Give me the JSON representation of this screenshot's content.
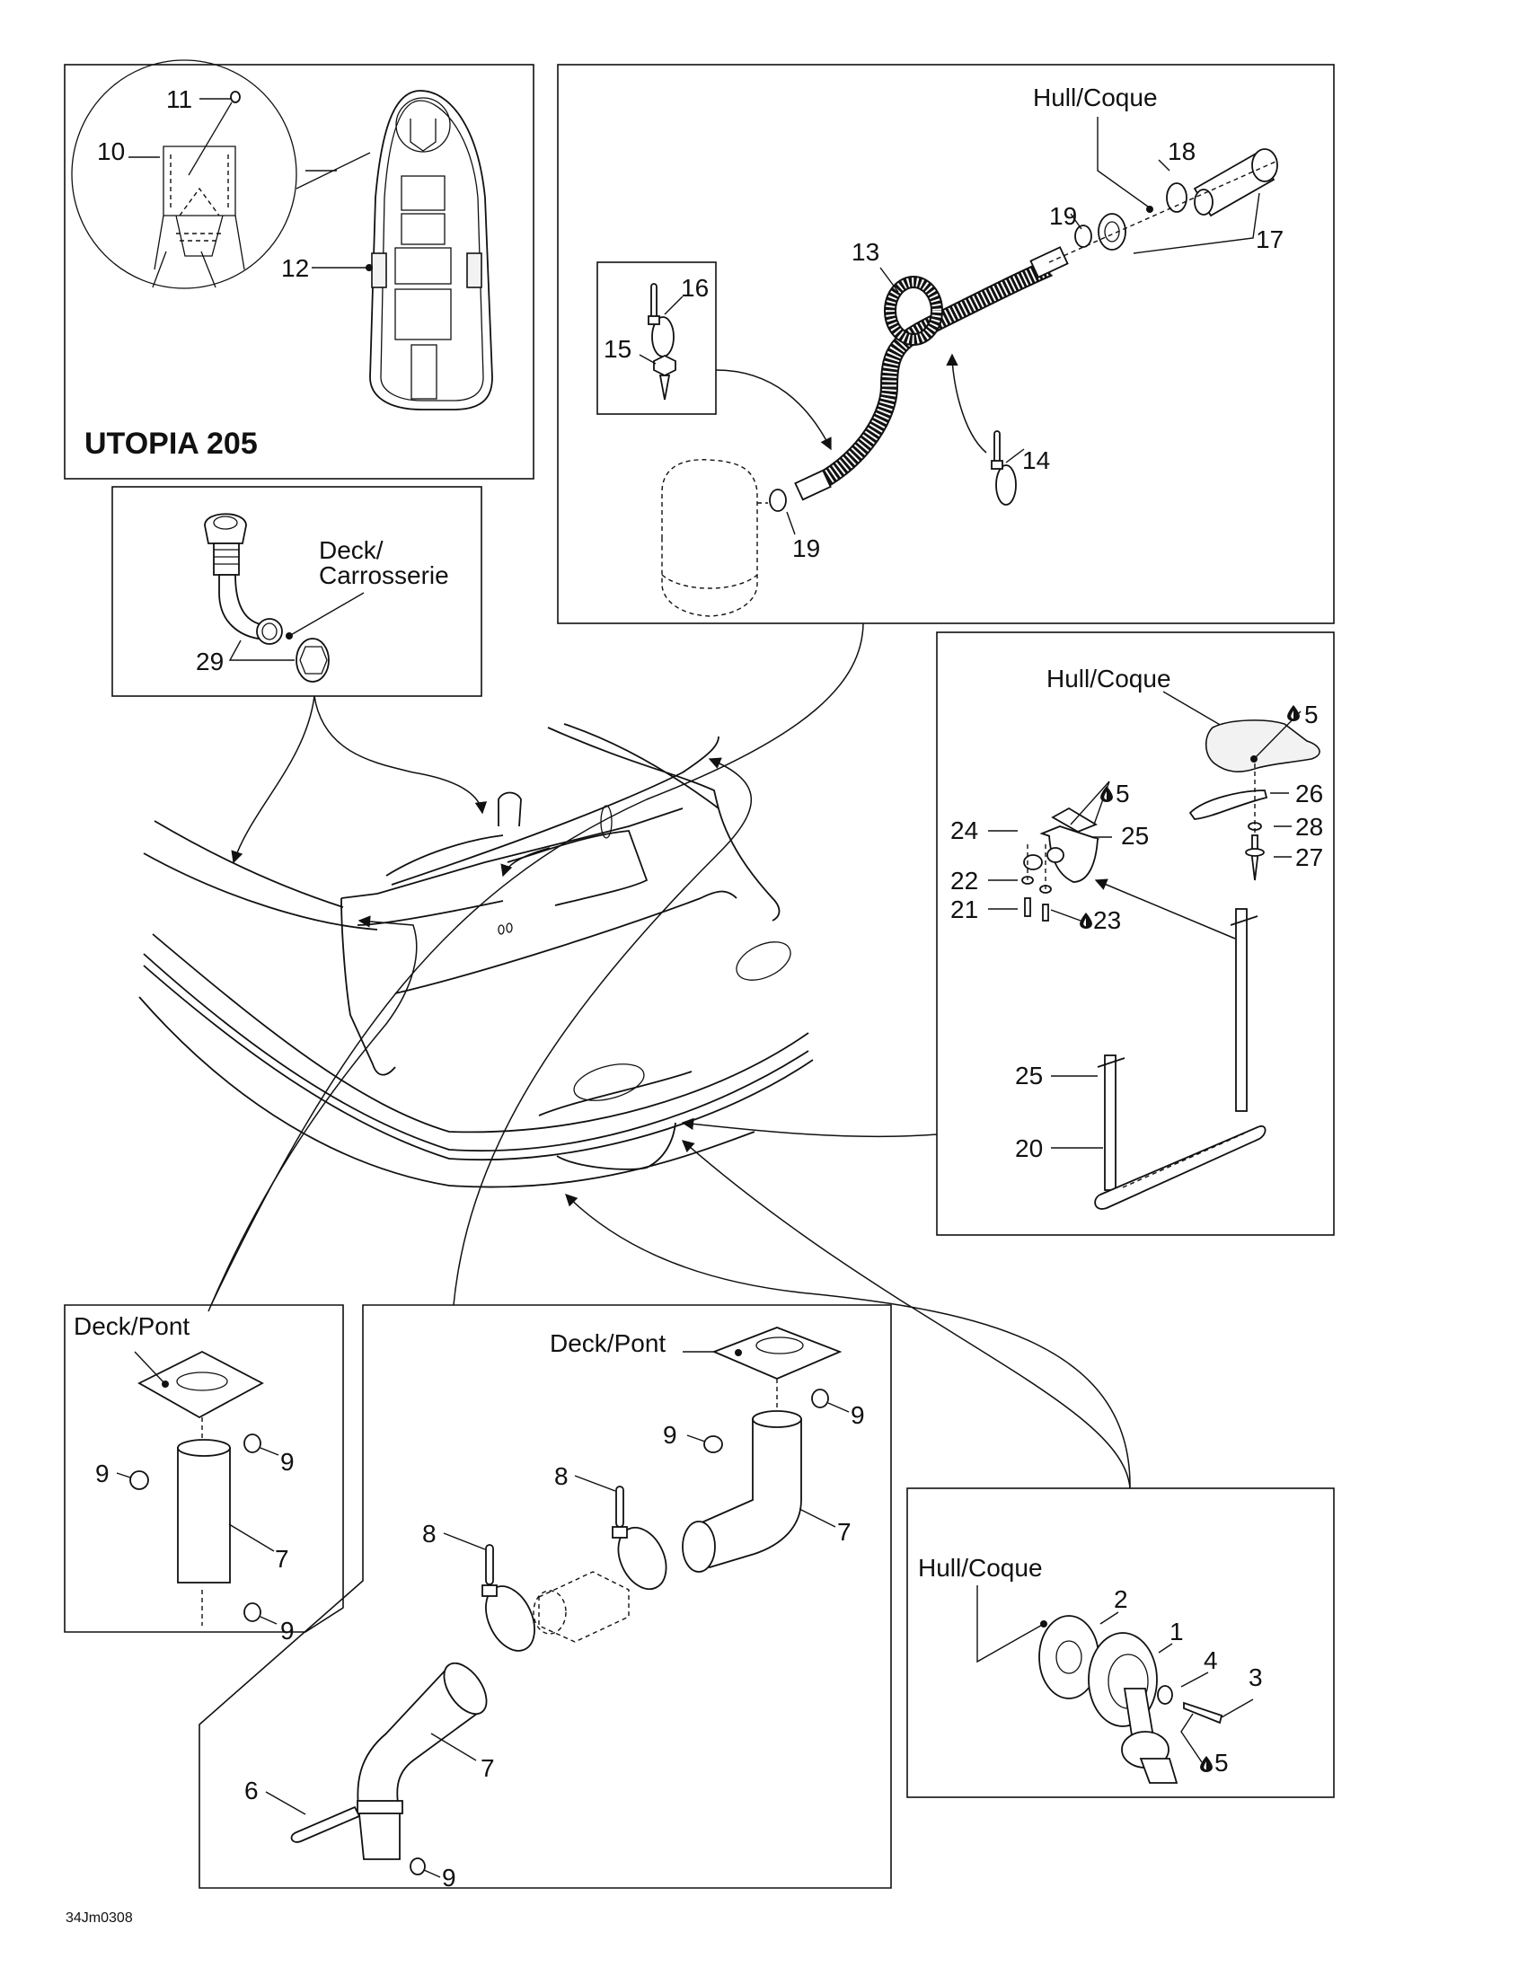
{
  "document": {
    "type": "exploded parts diagram",
    "model_title": "UTOPIA 205",
    "drawing_code": "34Jm0308"
  },
  "references": {
    "hull": "Hull/Coque",
    "deck_pont": "Deck/Pont",
    "deck_carrosserie_line1": "Deck/",
    "deck_carrosserie_line2": "Carrosserie"
  },
  "panels": {
    "model_overview": {
      "callouts": [
        "10",
        "11",
        "12"
      ]
    },
    "bilge_pump_hose": {
      "callouts": [
        "13",
        "14",
        "15",
        "16",
        "17",
        "18",
        "19",
        "19"
      ],
      "reference": "Hull/Coque"
    },
    "deck_fitting": {
      "callouts": [
        "29"
      ],
      "reference": "Deck/Carrosserie"
    },
    "boarding_ladder": {
      "callouts": [
        "5",
        "5",
        "20",
        "21",
        "22",
        "23",
        "24",
        "25",
        "25",
        "26",
        "27",
        "28"
      ],
      "reference": "Hull/Coque",
      "sealant_marked": [
        "5",
        "5",
        "23"
      ]
    },
    "vent_left": {
      "callouts": [
        "7",
        "9",
        "9",
        "9"
      ],
      "reference": "Deck/Pont"
    },
    "vent_blower": {
      "callouts": [
        "6",
        "7",
        "7",
        "8",
        "8",
        "9",
        "9",
        "9"
      ],
      "reference": "Deck/Pont"
    },
    "drain_plug": {
      "callouts": [
        "1",
        "2",
        "3",
        "4",
        "5"
      ],
      "reference": "Hull/Coque",
      "sealant_marked": [
        "5"
      ]
    }
  },
  "labels": {
    "n1": "1",
    "n2": "2",
    "n3": "3",
    "n4": "4",
    "n5": "5",
    "n6": "6",
    "n7": "7",
    "n8": "8",
    "n9": "9",
    "n10": "10",
    "n11": "11",
    "n12": "12",
    "n13": "13",
    "n14": "14",
    "n15": "15",
    "n16": "16",
    "n17": "17",
    "n18": "18",
    "n19": "19",
    "n20": "20",
    "n21": "21",
    "n22": "22",
    "n23": "23",
    "n24": "24",
    "n25": "25",
    "n26": "26",
    "n27": "27",
    "n28": "28",
    "n29": "29"
  },
  "icons": {
    "sealant": "sealant-drop-icon"
  }
}
